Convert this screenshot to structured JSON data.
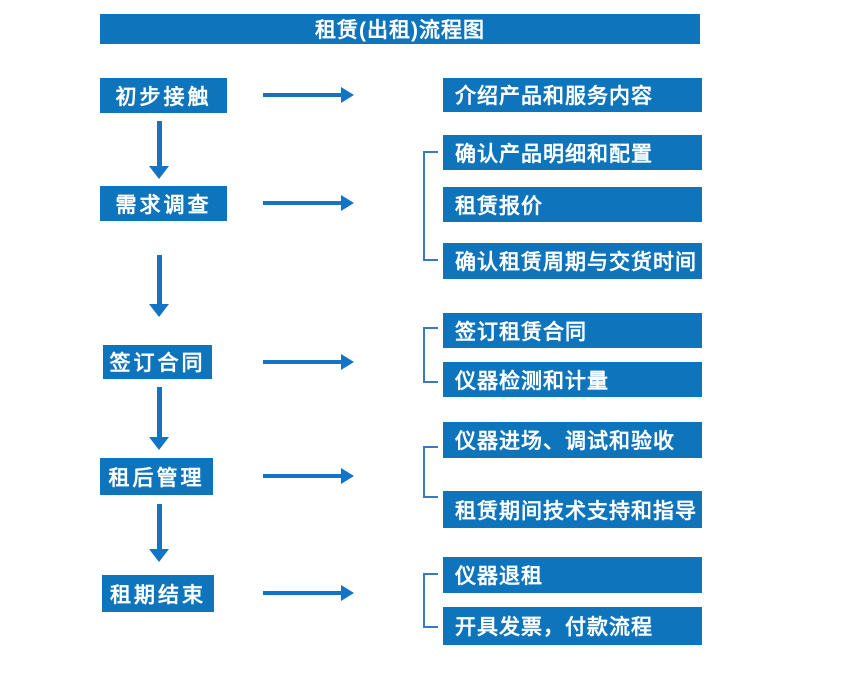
{
  "title": "租赁(出租)流程图",
  "colors": {
    "box_blue": "#0E74BC",
    "arrow_blue": "#1373C4",
    "bracket_blue": "#3A79BD",
    "text_white": "#FFFFFF",
    "background": "#FFFFFF"
  },
  "stages": [
    {
      "label": "初步接触",
      "details": [
        "介绍产品和服务内容"
      ]
    },
    {
      "label": "需求调查",
      "details": [
        "确认产品明细和配置",
        "租赁报价",
        "确认租赁周期与交货时间"
      ]
    },
    {
      "label": "签订合同",
      "details": [
        "签订租赁合同",
        "仪器检测和计量"
      ]
    },
    {
      "label": "租后管理",
      "details": [
        "仪器进场、调试和验收",
        "租赁期间技术支持和指导"
      ]
    },
    {
      "label": "租期结束",
      "details": [
        "仪器退租",
        "开具发票，付款流程"
      ]
    }
  ]
}
